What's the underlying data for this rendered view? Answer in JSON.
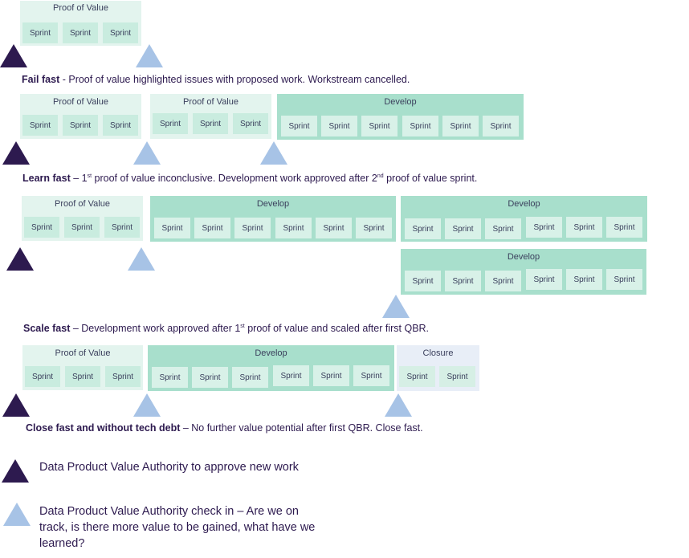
{
  "labels": {
    "pov": "Proof of Value",
    "develop": "Develop",
    "closure": "Closure",
    "sprint": "Sprint"
  },
  "rows": {
    "fail_fast": {
      "bold": "Fail fast",
      "text": " - Proof of value highlighted issues with proposed work.  Workstream cancelled."
    },
    "learn_fast": {
      "bold": "Learn fast",
      "t1": " – 1",
      "sup1": "st",
      "t2": " proof of value inconclusive.  Development work approved after 2",
      "sup2": "nd",
      "t3": " proof of value sprint."
    },
    "scale_fast": {
      "bold": "Scale fast",
      "t1": " – Development work approved after 1",
      "sup1": "st",
      "t2": " proof of value and scaled after first QBR."
    },
    "close_fast": {
      "bold": "Close fast and without tech debt",
      "text": " – No further value potential after first QBR.  Close fast."
    }
  },
  "legend": {
    "approve": "Data Product Value Authority to approve new work",
    "checkin_line1": "Data Product Value Authority check in – Are we on",
    "checkin_line2": "track, is there more value to be gained, what have we",
    "checkin_line3": "learned?"
  },
  "colors": {
    "dark_triangle": "#2d1a4f",
    "light_triangle": "#a7c3e6",
    "pov_bg": "#e3f4ee",
    "develop_bg": "#a8dfcc",
    "closure_bg": "#e8eef7"
  }
}
